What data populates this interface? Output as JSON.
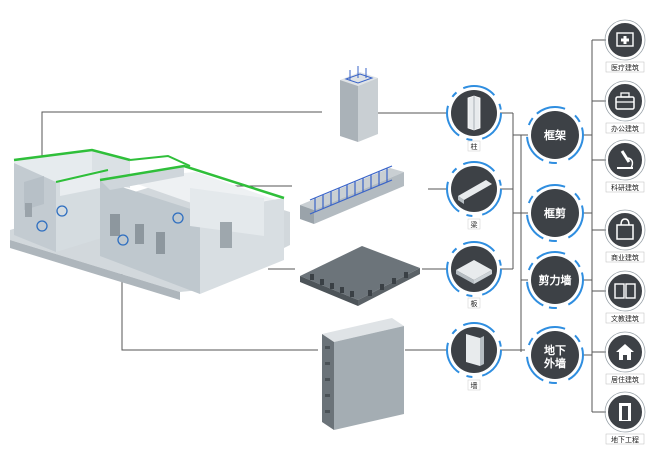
{
  "components": [
    {
      "id": "column",
      "label": "柱"
    },
    {
      "id": "beam",
      "label": "梁"
    },
    {
      "id": "slab",
      "label": "板"
    },
    {
      "id": "wall",
      "label": "墙"
    }
  ],
  "systems": [
    {
      "id": "frame",
      "label": "框架"
    },
    {
      "id": "frame-shear",
      "label": "框剪"
    },
    {
      "id": "shear-wall",
      "label": "剪力墙"
    },
    {
      "id": "basement-wall",
      "label": "地下外墙"
    }
  ],
  "buildings": [
    {
      "id": "medical",
      "label": "医疗建筑",
      "icon": "hospital-icon"
    },
    {
      "id": "office",
      "label": "办公建筑",
      "icon": "briefcase-icon"
    },
    {
      "id": "research",
      "label": "科研建筑",
      "icon": "microscope-icon"
    },
    {
      "id": "commercial",
      "label": "商业建筑",
      "icon": "shopping-bag-icon"
    },
    {
      "id": "education",
      "label": "文教建筑",
      "icon": "book-icon"
    },
    {
      "id": "residential",
      "label": "居住建筑",
      "icon": "house-icon"
    },
    {
      "id": "underground",
      "label": "地下工程",
      "icon": "door-icon"
    }
  ],
  "colors": {
    "circle_dark": "#3d4146",
    "ring_blue": "#2f8ee0",
    "line": "#555555",
    "wall_green": "#2fbf3a"
  }
}
